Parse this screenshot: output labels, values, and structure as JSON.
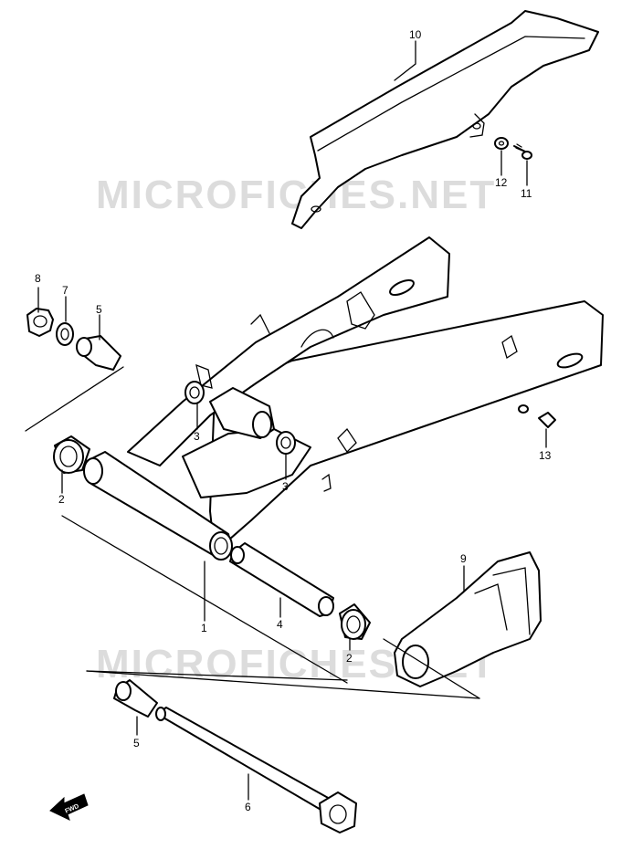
{
  "watermark": "MICROFICHES.NET",
  "direction_marker": "FWD",
  "callouts": {
    "c1": "1",
    "c2a": "2",
    "c2b": "2",
    "c3a": "3",
    "c3b": "3",
    "c4": "4",
    "c5a": "5",
    "c5b": "5",
    "c6": "6",
    "c7": "7",
    "c8": "8",
    "c9": "9",
    "c10": "10",
    "c11": "11",
    "c12": "12",
    "c13": "13"
  }
}
